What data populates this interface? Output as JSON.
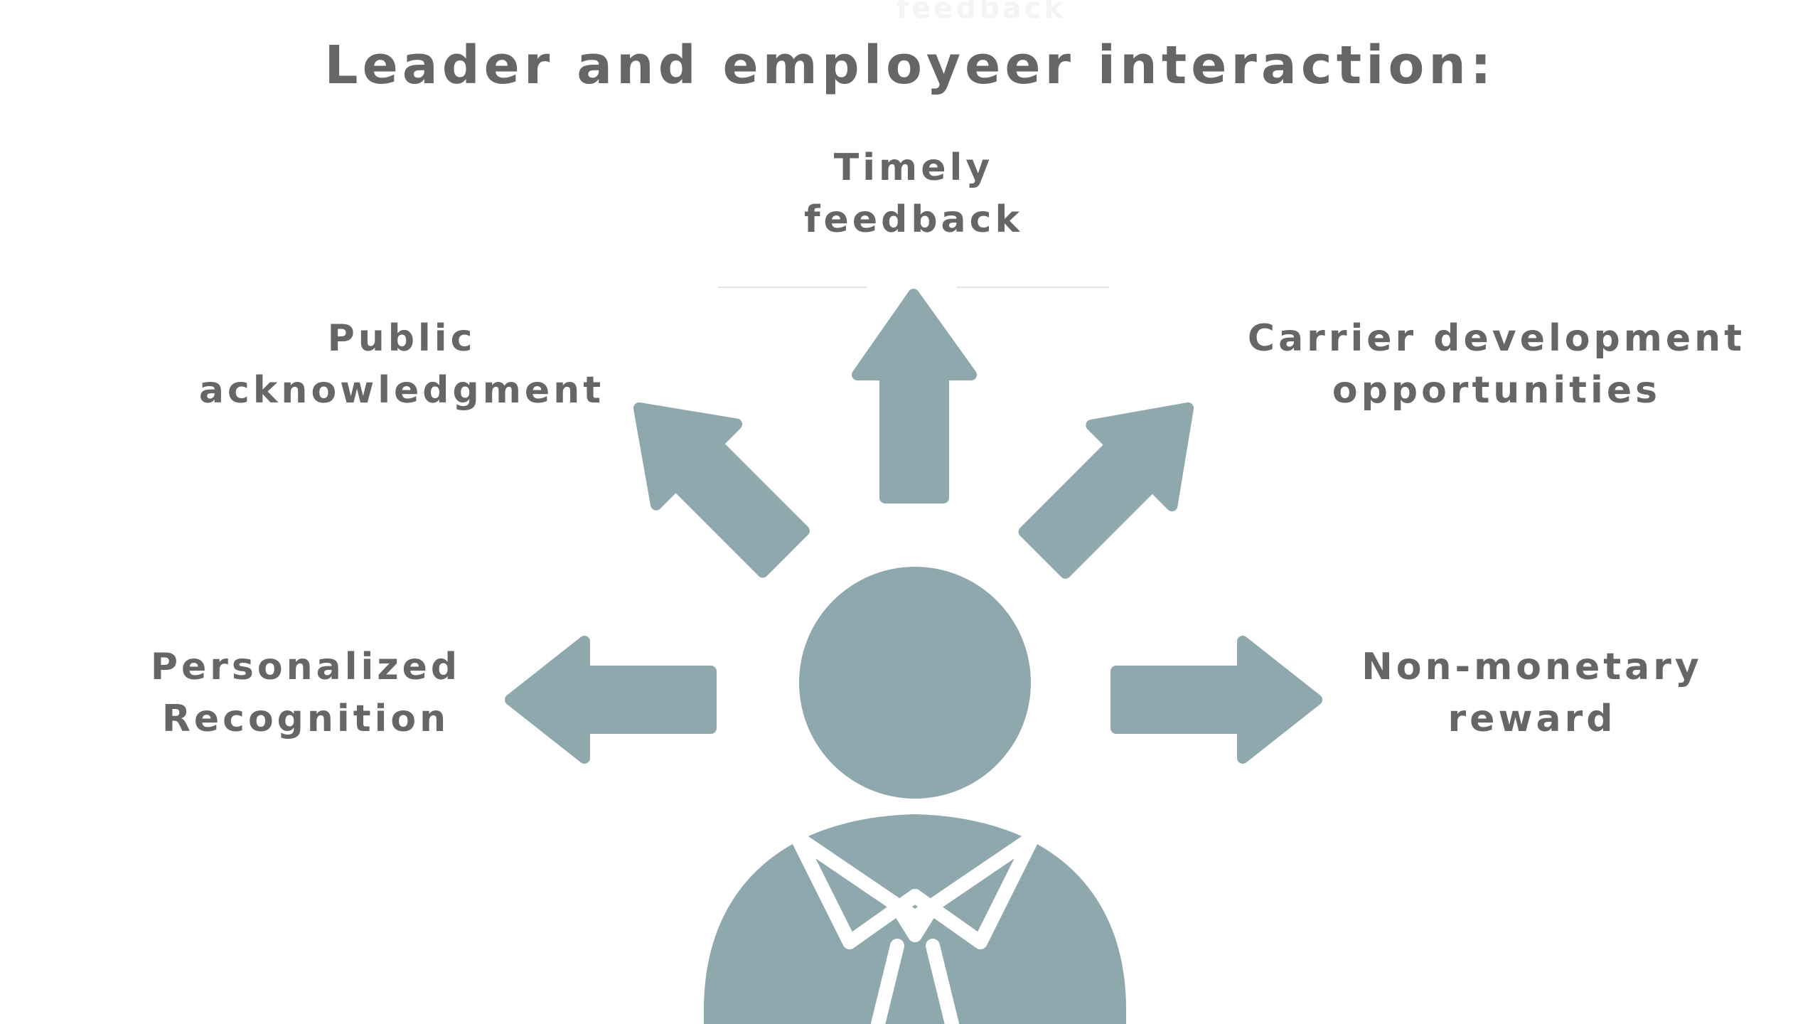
{
  "title": "Leader and employeer interaction:",
  "ghost_text": "feedback",
  "colors": {
    "icon": "#8ea8ae",
    "text": "#666666",
    "background": "#ffffff"
  },
  "center_icon": "businessperson-icon",
  "labels": {
    "top": {
      "line1": "Timely",
      "line2": "feedback"
    },
    "upper_left": {
      "line1": "Public",
      "line2": "acknowledgment"
    },
    "upper_right": {
      "line1": "Carrier development",
      "line2": "opportunities"
    },
    "left": {
      "line1": "Personalized",
      "line2": "Recognition"
    },
    "right": {
      "line1": "Non-monetary",
      "line2": "reward"
    }
  }
}
